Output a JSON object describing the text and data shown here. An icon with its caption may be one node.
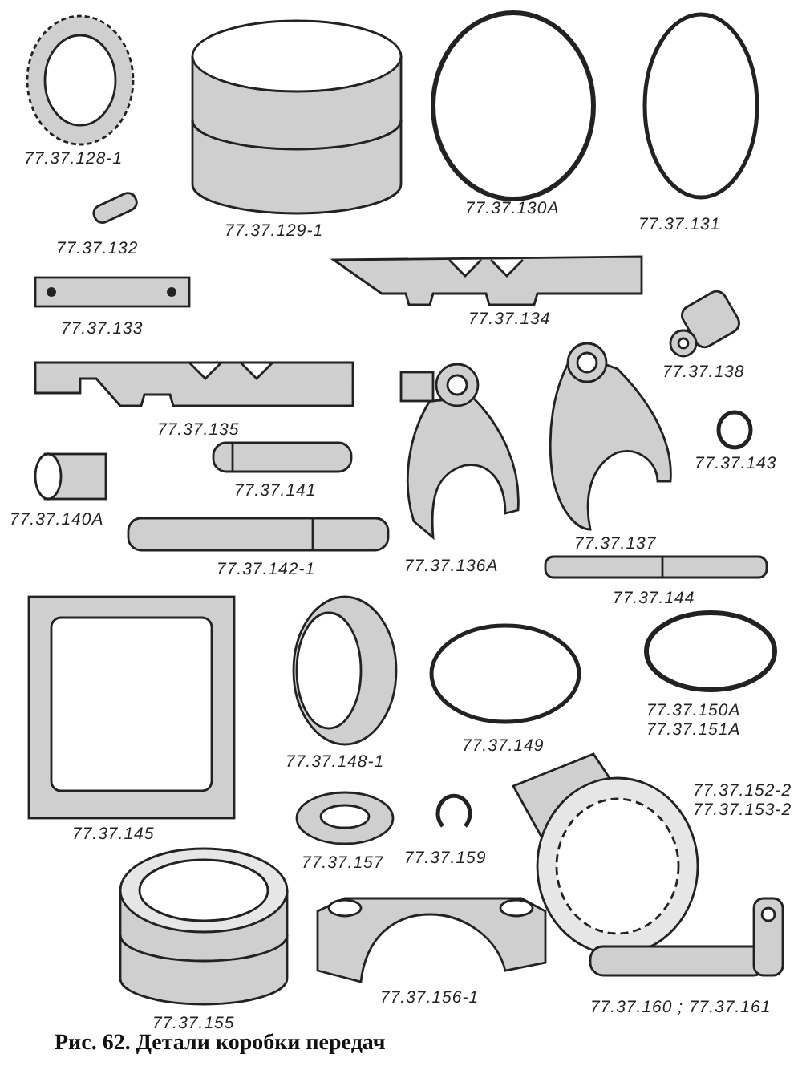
{
  "diagram": {
    "caption": "Рис. 62. Детали коробки передач",
    "labels": [
      "77.37.128-1",
      "77.37.129-1",
      "77.37.130A",
      "77.37.131",
      "77.37.132",
      "77.37.133",
      "77.37.134",
      "77.37.138",
      "77.37.135",
      "77.37.141",
      "77.37.143",
      "77.37.140A",
      "77.37.137",
      "77.37.136A",
      "77.37.142-1",
      "77.37.144",
      "77.37.150A",
      "77.37.151A",
      "77.37.149",
      "77.37.148-1",
      "77.37.152-2",
      "77.37.153-2",
      "77.37.145",
      "77.37.157",
      "77.37.159",
      "77.37.156-1",
      "77.37.160 ; 77.37.161",
      "77.37.155"
    ]
  }
}
